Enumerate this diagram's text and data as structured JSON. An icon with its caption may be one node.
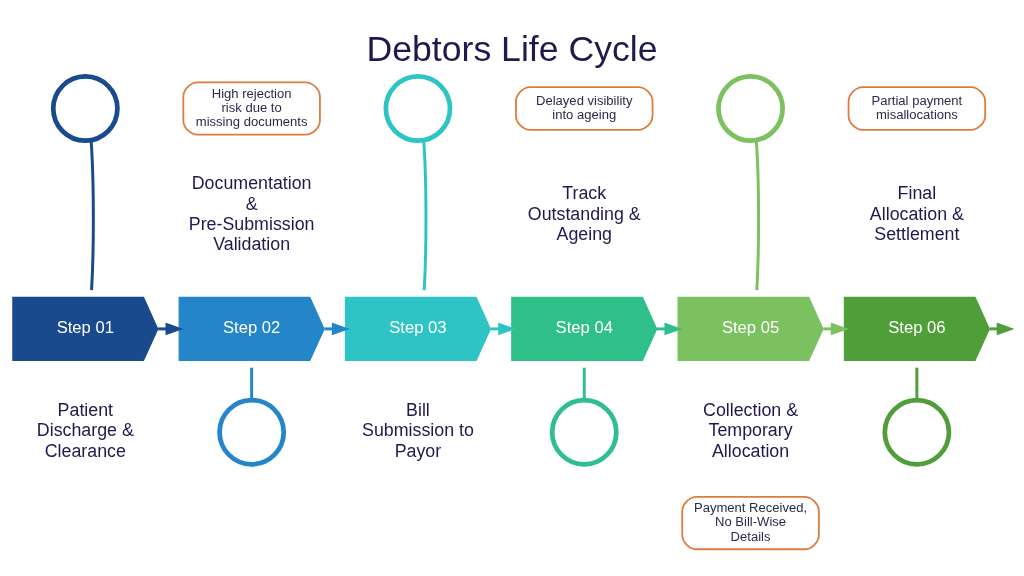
{
  "diagram": {
    "title": "Debtors Life Cycle",
    "nodes": [
      {
        "text": [
          "Step 01"
        ],
        "beside": [
          "Patient Discharge & Clearance"
        ]
      },
      {
        "text": [
          "Step 02"
        ],
        "beside": [
          "Documentation & Pre-Submission Validation"
        ]
      },
      {
        "text": [
          "Step 03"
        ],
        "beside": [
          "Bill Submission to Payor"
        ]
      },
      {
        "text": [
          "Step 04"
        ],
        "beside": [
          "Track Outstanding & Ageing"
        ]
      },
      {
        "text": [
          "Step 05"
        ],
        "beside": [
          "Collection & Temporary Allocation"
        ]
      },
      {
        "text": [
          "Step 06"
        ],
        "beside": [
          "Final Allocation & Settlement"
        ]
      },
      {
        "text": [],
        "shape": "circle"
      },
      {
        "text": [],
        "shape": "circle"
      },
      {
        "text": [],
        "shape": "circle"
      },
      {
        "text": [],
        "shape": "circle"
      },
      {
        "text": [],
        "shape": "circle"
      },
      {
        "text": [],
        "shape": "circle"
      },
      {
        "text": [
          "High rejection risk due to missing documents"
        ]
      },
      {
        "text": [
          "Delayed visibility into ageing"
        ]
      },
      {
        "text": [
          "Partial payment misallocations"
        ]
      },
      {
        "text": [
          "Payment Received, No Bill-Wise Details"
        ]
      }
    ],
    "edges": [
      {
        "from": 0,
        "to": 1,
        "arrow": "to",
        "color": "#1a4a8e"
      },
      {
        "from": 1,
        "to": 2,
        "arrow": "to",
        "color": "#2585c9"
      },
      {
        "from": 2,
        "to": 3,
        "arrow": "to",
        "color": "#2ec4c6"
      },
      {
        "from": 3,
        "to": 4,
        "arrow": "to",
        "color": "#2fbf8a"
      },
      {
        "from": 4,
        "to": 5,
        "arrow": "to",
        "color": "#7cc160"
      },
      {
        "from": 5,
        "to": null,
        "arrow": "to",
        "color": "#4f9e3a"
      },
      {
        "from": 0,
        "to": 6,
        "arrow": "none",
        "color": "#1a4a8e"
      },
      {
        "from": 1,
        "to": 7,
        "arrow": "none",
        "color": "#2585c9"
      },
      {
        "from": 2,
        "to": 8,
        "arrow": "none",
        "color": "#2ec4c6"
      },
      {
        "from": 3,
        "to": 9,
        "arrow": "none",
        "color": "#2fbf8a"
      },
      {
        "from": 4,
        "to": 10,
        "arrow": "none",
        "color": "#7cc160"
      },
      {
        "from": 5,
        "to": 11,
        "arrow": "none",
        "color": "#4f9e3a"
      }
    ]
  }
}
